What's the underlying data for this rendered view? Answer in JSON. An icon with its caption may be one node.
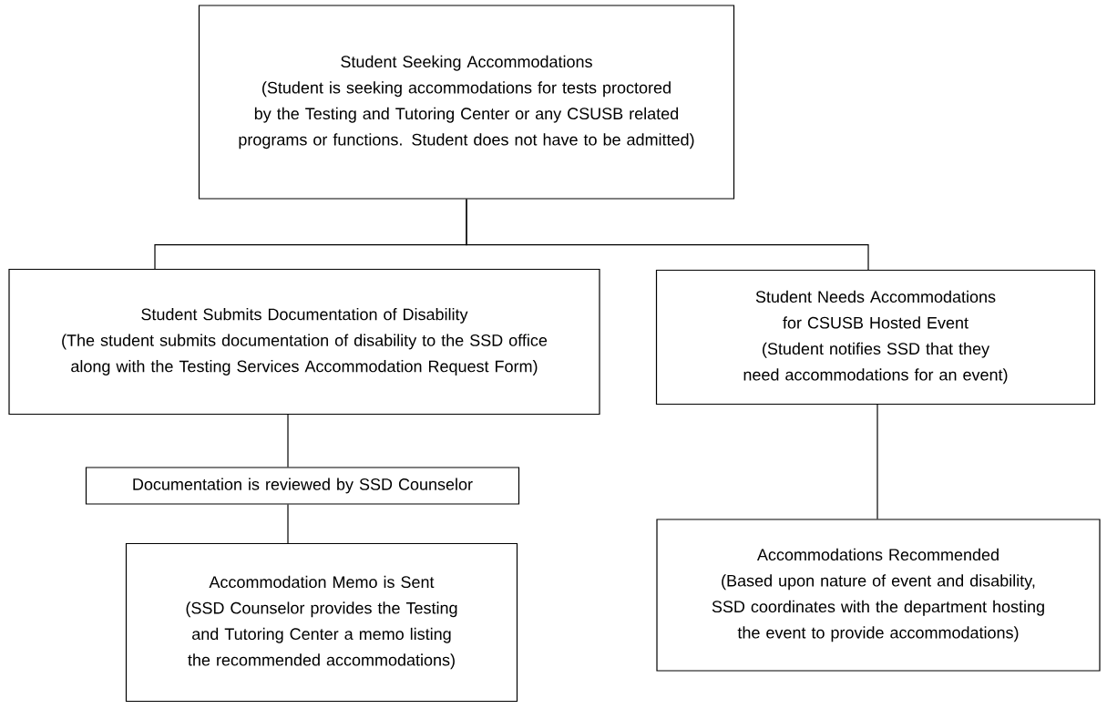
{
  "diagram": {
    "nodes": [
      {
        "text": [
          "Student Seeking Accommodations",
          "(Student is seeking accommodations for tests proctored by the Testing and Tutoring Center or any CSUSB related programs or functions. Student does not have to be admitted)"
        ]
      },
      {
        "text": [
          "Student Submits Documentation of Disability",
          "(The student submits documentation of disability to the SSD office along with the Testing Services Accommodation Request Form)"
        ]
      },
      {
        "text": [
          "Student Needs Accommodations for CSUSB Hosted Event",
          "(Student notifies SSD that they need accommodations for an event)"
        ]
      },
      {
        "text": [
          "Documentation is reviewed by SSD Counselor"
        ]
      },
      {
        "text": [
          "Accommodation Memo is Sent",
          "(SSD Counselor provides the Testing and Tutoring Center a memo listing the recommended accommodations)"
        ]
      },
      {
        "text": [
          "Accommodations Recommended",
          "(Based upon nature of event and disability, SSD coordinates with the department hosting the event to provide accommodations)"
        ]
      }
    ],
    "edges": [
      {
        "from": 0,
        "to": 1,
        "arrow": "none"
      },
      {
        "from": 0,
        "to": 2,
        "arrow": "none"
      },
      {
        "from": 1,
        "to": 3,
        "arrow": "none"
      },
      {
        "from": 3,
        "to": 4,
        "arrow": "none"
      },
      {
        "from": 2,
        "to": 5,
        "arrow": "none"
      }
    ]
  }
}
